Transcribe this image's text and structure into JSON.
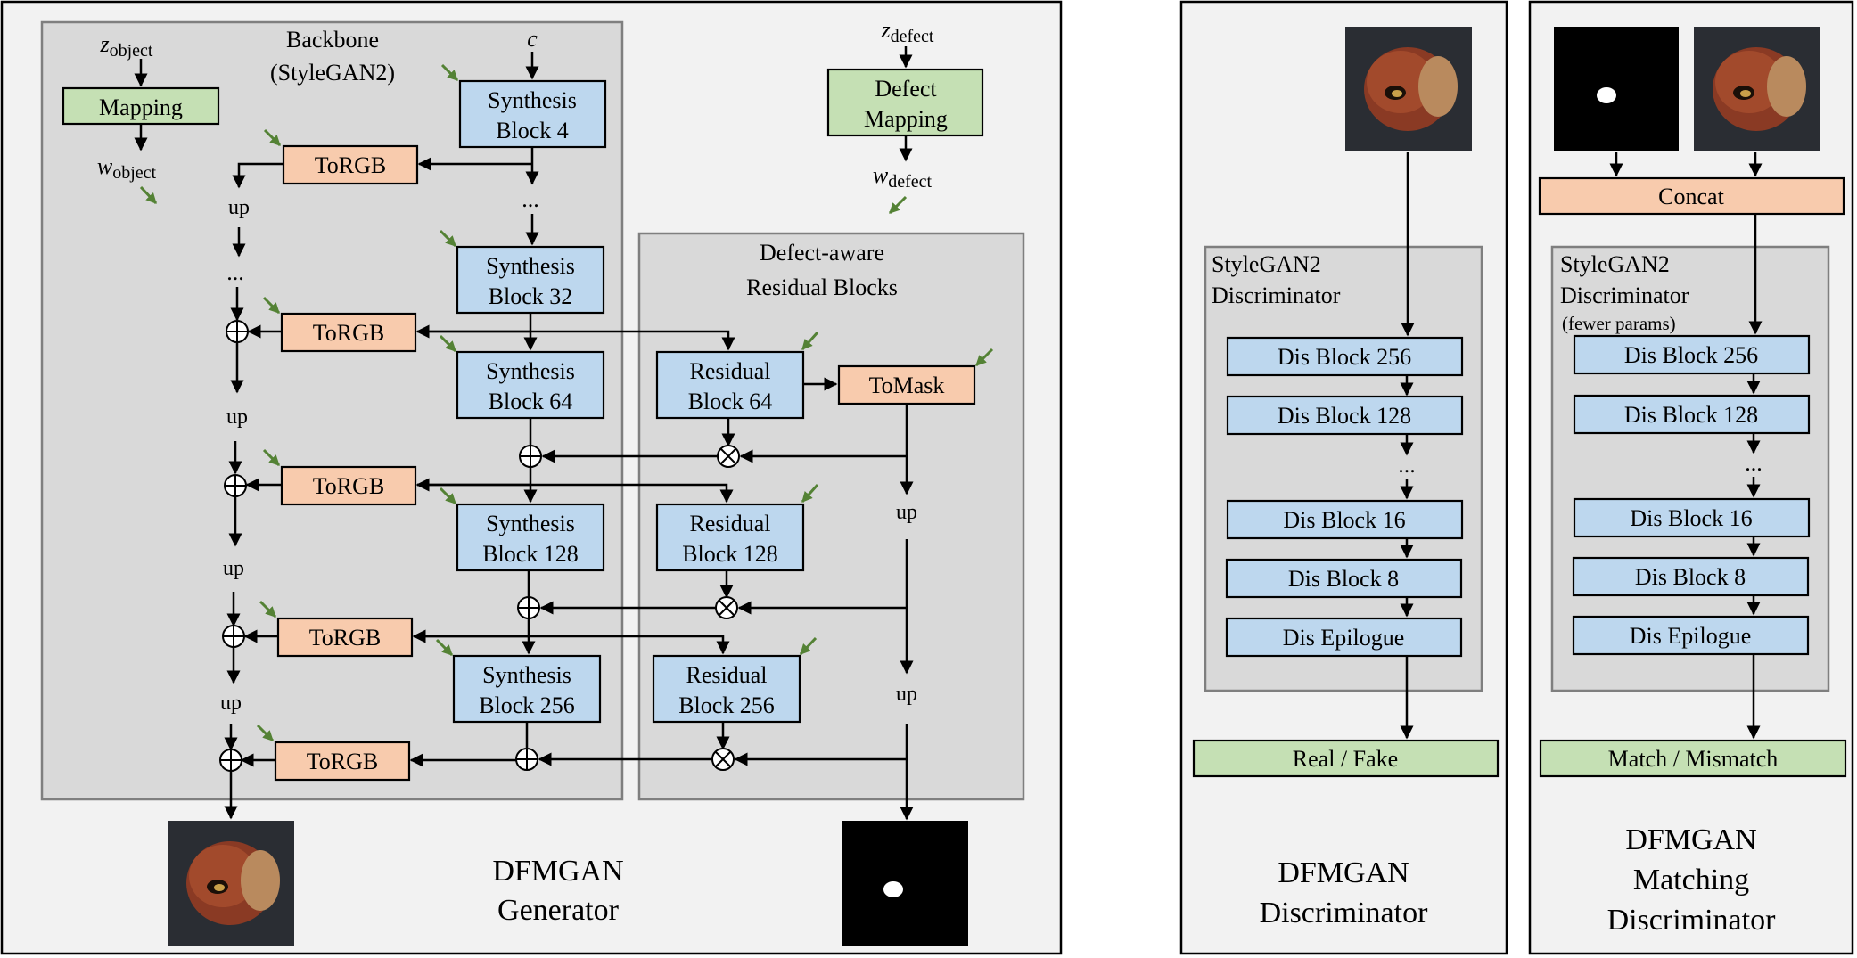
{
  "generator": {
    "backbone_title": [
      "Backbone",
      "(StyleGAN2)"
    ],
    "z_object": "z",
    "z_object_sub": "object",
    "mapping": "Mapping",
    "w_object": "w",
    "w_object_sub": "object",
    "c": "c",
    "synthesis_blocks": [
      [
        "Synthesis",
        "Block 4"
      ],
      [
        "Synthesis",
        "Block 32"
      ],
      [
        "Synthesis",
        "Block 64"
      ],
      [
        "Synthesis",
        "Block 128"
      ],
      [
        "Synthesis",
        "Block 256"
      ]
    ],
    "torgb": "ToRGB",
    "up": "up",
    "ellipsis": "...",
    "z_defect": "z",
    "z_defect_sub": "defect",
    "defect_mapping": [
      "Defect",
      "Mapping"
    ],
    "w_defect": "w",
    "w_defect_sub": "defect",
    "residual_title": [
      "Defect-aware",
      "Residual Blocks"
    ],
    "residual_blocks": [
      [
        "Residual",
        "Block 64"
      ],
      [
        "Residual",
        "Block 128"
      ],
      [
        "Residual",
        "Block 256"
      ]
    ],
    "tomask": "ToMask",
    "caption": [
      "DFMGAN",
      "Generator"
    ]
  },
  "discriminator": {
    "region_title": [
      "StyleGAN2",
      "Discriminator"
    ],
    "blocks": [
      "Dis Block 256",
      "Dis Block 128",
      "...",
      "Dis Block 16",
      "Dis Block 8",
      "Dis Epilogue"
    ],
    "output": "Real / Fake",
    "caption": [
      "DFMGAN",
      "Discriminator"
    ]
  },
  "matching": {
    "concat": "Concat",
    "region_title": [
      "StyleGAN2",
      "Discriminator"
    ],
    "region_note": "(fewer params)",
    "blocks": [
      "Dis Block 256",
      "Dis Block 128",
      "...",
      "Dis Block 16",
      "Dis Block 8",
      "Dis Epilogue"
    ],
    "output": "Match / Mismatch",
    "caption": [
      "DFMGAN",
      "Matching",
      "Discriminator"
    ]
  },
  "colors": {
    "synthesis": "#bdd7ee",
    "torgb": "#f8cbad",
    "mapping": "#c5e0b4",
    "region": "#d9d9d9",
    "panel": "#f2f2f2",
    "style_arrow": "#548235"
  }
}
